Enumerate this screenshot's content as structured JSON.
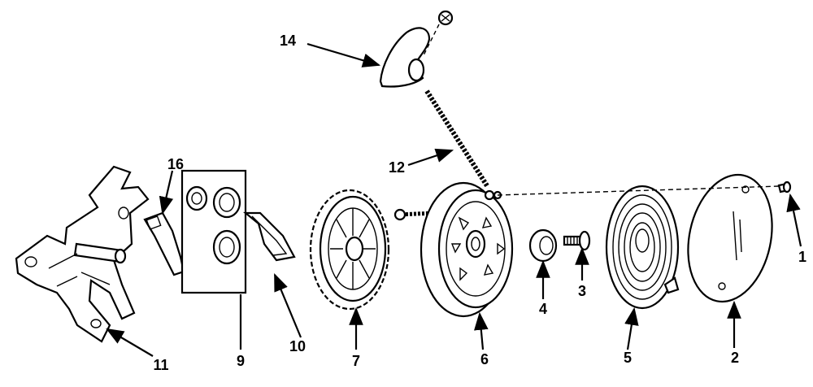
{
  "callouts": [
    "14",
    "16",
    "12",
    "1",
    "4",
    "3",
    "11",
    "9",
    "10",
    "7",
    "6",
    "5",
    "2"
  ]
}
